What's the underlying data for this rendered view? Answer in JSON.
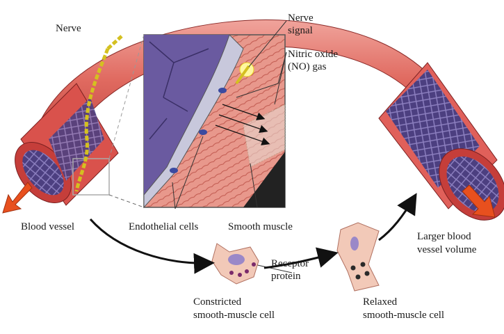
{
  "labels": {
    "nerve": "Nerve",
    "nerve_signal": [
      "Nerve",
      "signal"
    ],
    "nitric_oxide": [
      "Nitric oxide",
      "(NO) gas"
    ],
    "blood_vessel": "Blood vessel",
    "endothelial_cells": "Endothelial cells",
    "smooth_muscle": "Smooth muscle",
    "larger_volume": [
      "Larger blood",
      "vessel volume"
    ],
    "receptor_protein": [
      "Receptor",
      "protein"
    ],
    "constricted_cell": [
      "Constricted",
      "smooth-muscle cell"
    ],
    "relaxed_cell": [
      "Relaxed",
      "smooth-muscle cell"
    ]
  },
  "colors": {
    "vessel_wall": "#e0605a",
    "vessel_inner": "#5a4a8a",
    "arrow_orange": "#e8501e",
    "cell_pink": "#f2c9b8",
    "nucleus": "#9a88c8"
  }
}
